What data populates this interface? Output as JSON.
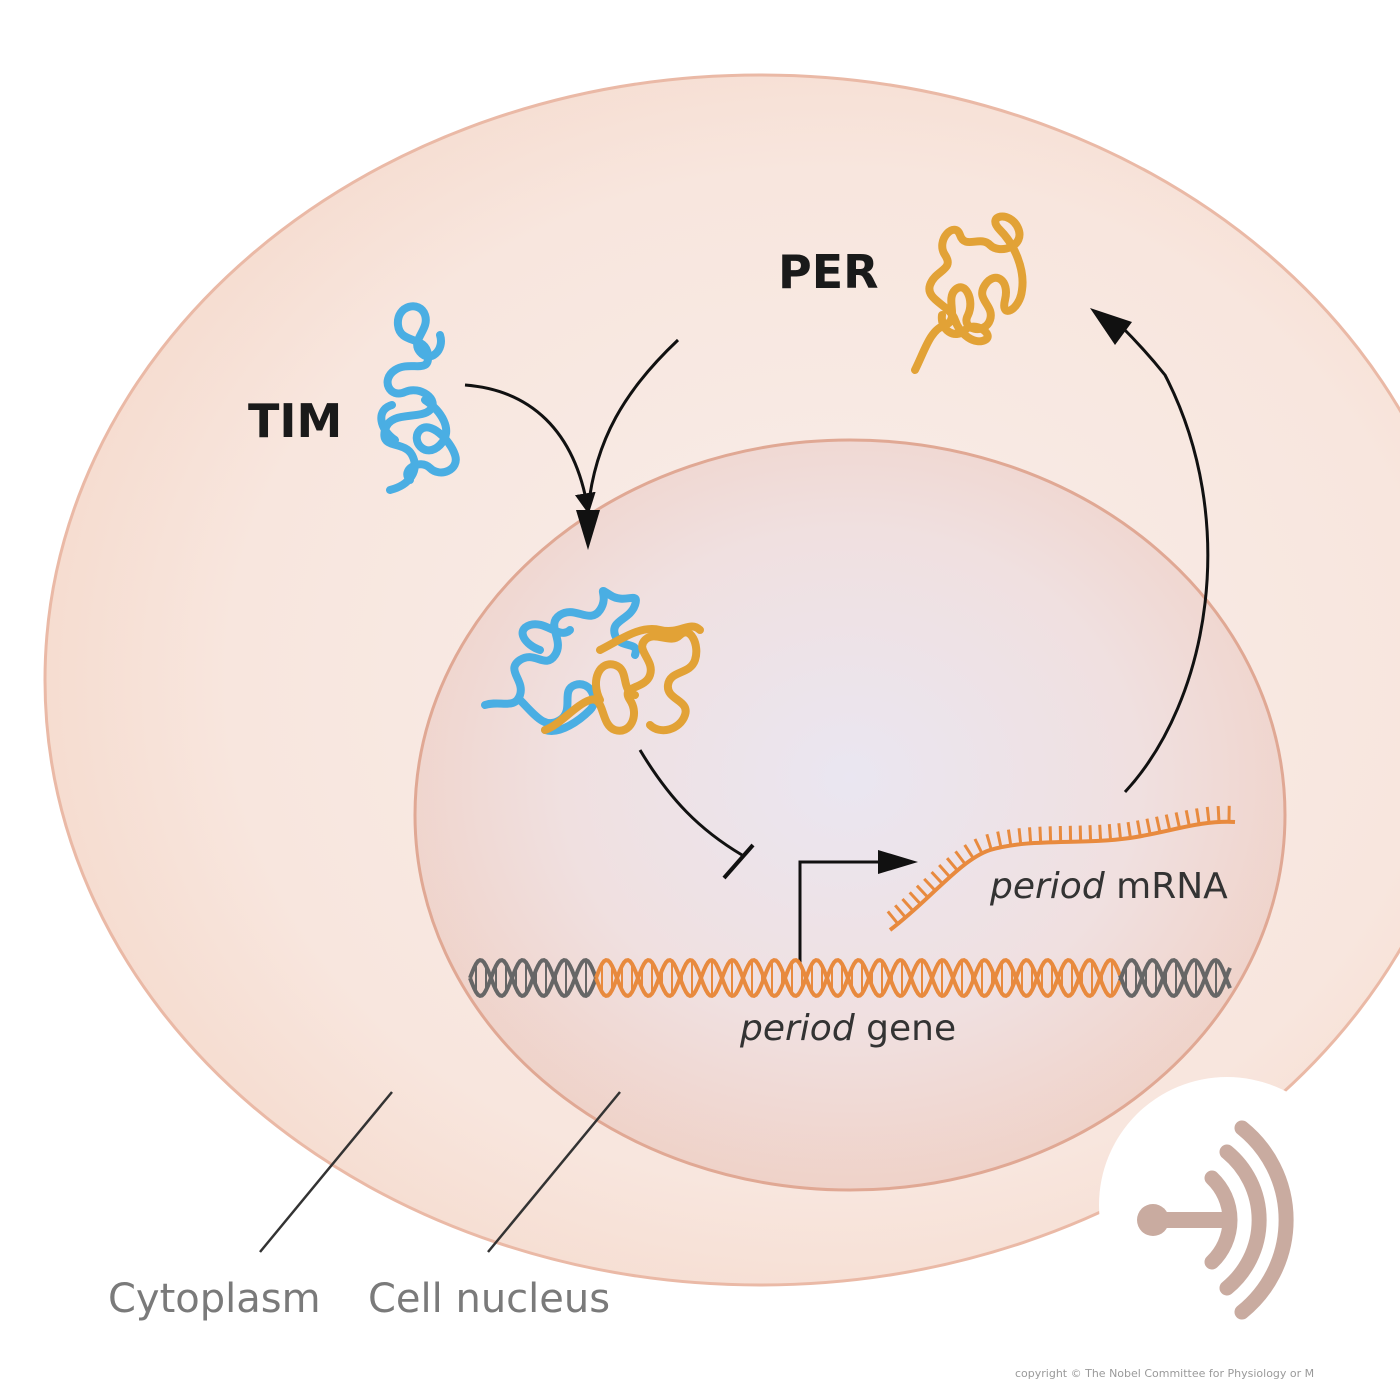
{
  "labels": {
    "per": "PER",
    "tim": "TIM",
    "period_mrna_italic": "period",
    "period_mrna_rest": " mRNA",
    "period_gene_italic": "period",
    "period_gene_rest": " gene",
    "cytoplasm": "Cytoplasm",
    "cell_nucleus": "Cell nucleus",
    "copyright": "copyright © The Nobel Committee for Physiology or M"
  },
  "colors": {
    "cell_fill": "#f7e0d6",
    "cell_stroke": "#eab9a6",
    "nucleus_fill": "#f0d6cd",
    "nucleus_stroke": "#e3ab98",
    "per_protein": "#e2a236",
    "tim_protein": "#4aaee3",
    "gene_orange": "#e88a3e",
    "gene_gray": "#666666",
    "arrows": "#111111"
  },
  "icons": {
    "podcast": "podcast-antenna-icon"
  }
}
